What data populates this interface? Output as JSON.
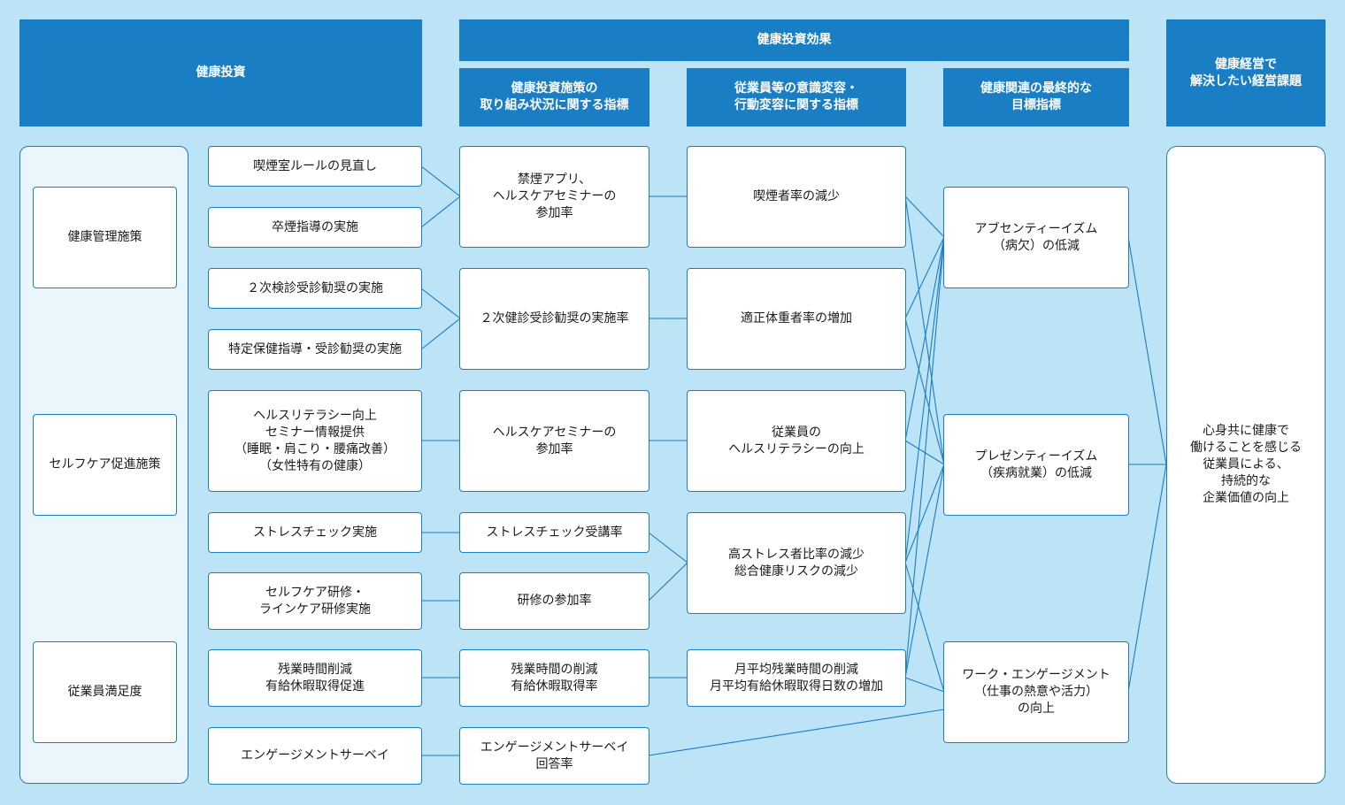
{
  "headers": {
    "kenko_toshi": "健康投資",
    "kenko_toshi_koka": "健康投資効果",
    "shisaku_shihyo": "健康投資施策の\n取り組み状況に関する指標",
    "ishiki_shihyo": "従業員等の意識変容・\n行動変容に関する指標",
    "saishu_shihyo": "健康関連の最終的な\n目標指標",
    "keiei_kadai": "健康経営で\n解決したい経営課題"
  },
  "categories": [
    "健康管理施策",
    "セルフケア促進施策",
    "従業員満足度"
  ],
  "measures": [
    "喫煙室ルールの見直し",
    "卒煙指導の実施",
    "２次検診受診勧奨の実施",
    "特定保健指導・受診勧奨の実施",
    "ヘルスリテラシー向上\nセミナー情報提供\n（睡眠・肩こり・腰痛改善）\n（女性特有の健康）",
    "ストレスチェック実施",
    "セルフケア研修・\nラインケア研修実施",
    "残業時間削減\n有給休暇取得促進",
    "エンゲージメントサーベイ"
  ],
  "initiative_indicators": [
    "禁煙アプリ、\nヘルスケアセミナーの\n参加率",
    "２次健診受診勧奨の実施率",
    "ヘルスケアセミナーの\n参加率",
    "ストレスチェック受講率",
    "研修の参加率",
    "残業時間の削減\n有給休暇取得率",
    "エンゲージメントサーベイ\n回答率"
  ],
  "behavior_indicators": [
    "喫煙者率の減少",
    "適正体重者率の増加",
    "従業員の\nヘルスリテラシーの向上",
    "高ストレス者比率の減少\n総合健康リスクの減少",
    "月平均残業時間の削減\n月平均有給休暇取得日数の増加"
  ],
  "final_goals": [
    "アブセンティーイズム\n（病欠）の低減",
    "プレゼンティーイズム\n（疾病就業）の低減",
    "ワーク・エンゲージメント\n（仕事の熱意や活力）\nの向上"
  ],
  "business_issue": "心身共に健康で\n働けることを感じる\n従業員による、\n持続的な\n企業価値の向上",
  "colors": {
    "accent": "#1a7ec4",
    "background": "#bde3f7",
    "panel": "#eaf5fc"
  }
}
